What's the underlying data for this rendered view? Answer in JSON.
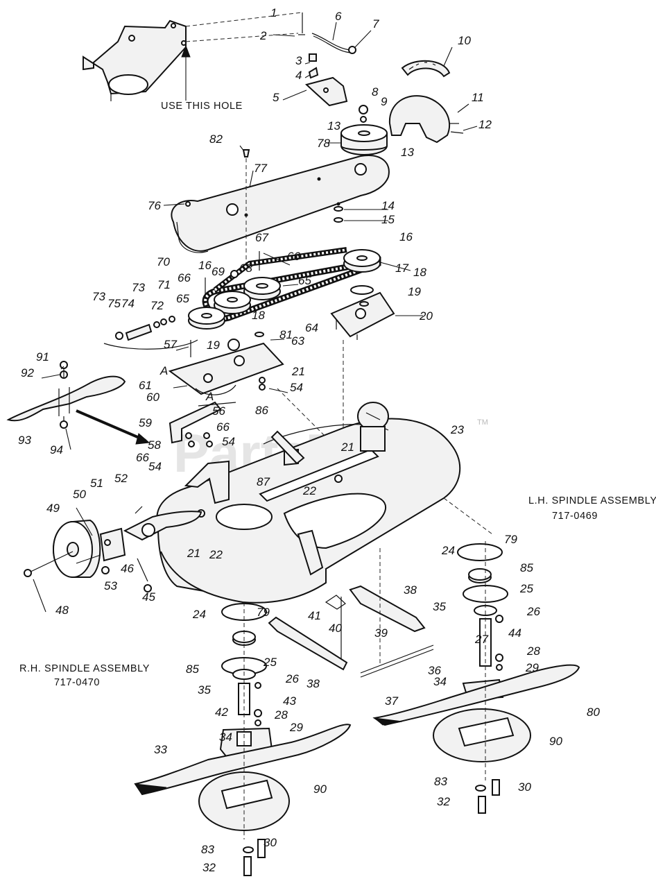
{
  "callouts": {
    "use_this_hole": "USE THIS HOLE",
    "lh_title": "L.H. SPINDLE ASSEMBLY",
    "lh_number": "717-0469",
    "rh_title": "R.H. SPINDLE ASSEMBLY",
    "rh_number": "717-0470",
    "watermark": "PartsTree",
    "trademark": "TM"
  },
  "part_labels": [
    "1",
    "2",
    "3",
    "4",
    "5",
    "6",
    "7",
    "8",
    "9",
    "10",
    "11",
    "12",
    "13",
    "13",
    "14",
    "15",
    "16",
    "16",
    "17",
    "18",
    "18",
    "19",
    "19",
    "20",
    "21",
    "21",
    "21",
    "22",
    "22",
    "23",
    "24",
    "24",
    "25",
    "25",
    "26",
    "26",
    "27",
    "28",
    "28",
    "29",
    "29",
    "30",
    "30",
    "32",
    "32",
    "33",
    "34",
    "34",
    "35",
    "35",
    "36",
    "37",
    "38",
    "38",
    "39",
    "40",
    "41",
    "42",
    "43",
    "44",
    "45",
    "46",
    "48",
    "49",
    "50",
    "51",
    "52",
    "53",
    "54",
    "54",
    "54",
    "56",
    "57",
    "58",
    "59",
    "60",
    "61",
    "63",
    "64",
    "65",
    "65",
    "66",
    "66",
    "66",
    "66",
    "67",
    "68",
    "69",
    "70",
    "71",
    "72",
    "73",
    "73",
    "74",
    "75",
    "76",
    "77",
    "78",
    "79",
    "79",
    "80",
    "81",
    "82",
    "83",
    "83",
    "85",
    "85",
    "86",
    "87",
    "90",
    "90",
    "91",
    "92",
    "93",
    "94",
    "A",
    "A"
  ]
}
